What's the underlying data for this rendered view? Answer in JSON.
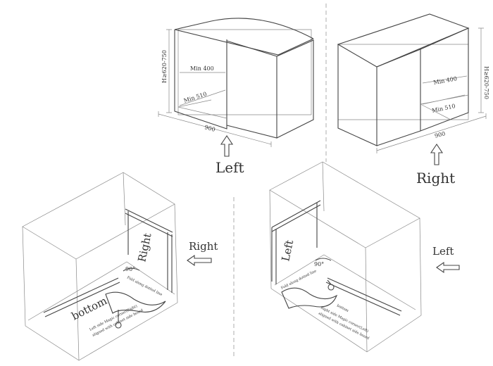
{
  "top_left": {
    "height_dim": "H≥620-750",
    "width_dim": "Min 400",
    "depth_dim": "Min 510",
    "base_dim": "900",
    "direction_label": "Left"
  },
  "top_right": {
    "height_dim": "H≥620-750",
    "width_dim": "Min 400",
    "depth_dim": "Min 510",
    "base_dim": "900",
    "direction_label": "Right"
  },
  "bottom_left": {
    "arrow_label": "Right",
    "rail_label": "Right",
    "angle_label": "90°",
    "line_label": "Fold along dotted line",
    "bottom_label": "bottom",
    "note_line1": "Left side Magic corner(Right)",
    "note_line2": "aligned with cabinet side board"
  },
  "bottom_right": {
    "arrow_label": "Left",
    "rail_label": "Left",
    "angle_label": "90°",
    "line_label": "Fold along dotted line",
    "bottom_label": "bottom",
    "note_line1": "Right side Magic corner(Left)",
    "note_line2": "aligned with cabinet side board"
  }
}
